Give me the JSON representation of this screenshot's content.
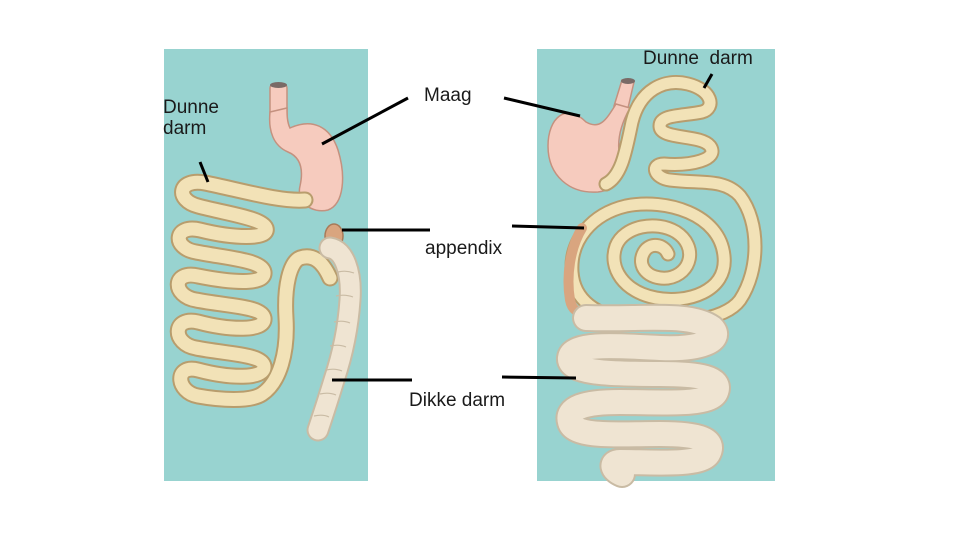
{
  "labels": {
    "dunne_darm_left_line1": "Dunne",
    "dunne_darm_left_line2": "darm",
    "maag": "Maag",
    "dunne_darm_right": "Dunne  darm",
    "appendix": "appendix",
    "dikke_darm": "Dikke darm"
  },
  "colors": {
    "panel_background": "#98d3d0",
    "small_intestine": "#f2e2b7",
    "intestine_outline": "#b89d6d",
    "stomach": "#f6cbbe",
    "stomach_outline": "#c4917f",
    "large_intestine": "#efe4d2",
    "appendix": "#d9a57f",
    "leader_line": "#000000"
  }
}
